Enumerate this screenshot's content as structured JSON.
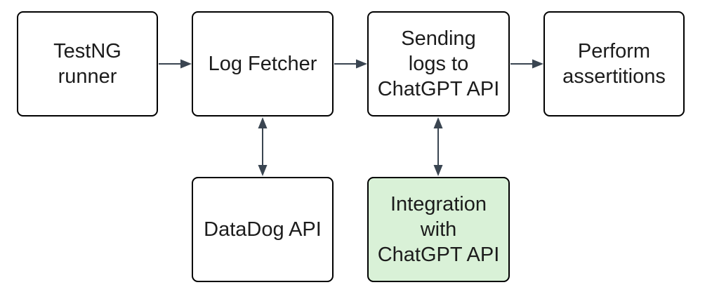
{
  "diagram": {
    "type": "flowchart",
    "colors": {
      "background": "#ffffff",
      "node_fill": "#ffffff",
      "node_border": "#000000",
      "highlight_fill": "#d9f1d7",
      "arrow": "#3a4551",
      "text": "#1c1c1c"
    },
    "nodes": [
      {
        "id": "testng-runner",
        "label": "TestNG\nrunner",
        "highlighted": false
      },
      {
        "id": "log-fetcher",
        "label": "Log Fetcher",
        "highlighted": false
      },
      {
        "id": "sending-logs-to-chatgpt-api",
        "label": "Sending\nlogs to\nChatGPT API",
        "highlighted": false
      },
      {
        "id": "perform-assertitions",
        "label": "Perform\nassertitions",
        "highlighted": false
      },
      {
        "id": "datadog-api",
        "label": "DataDog API",
        "highlighted": false
      },
      {
        "id": "integration-with-chatgpt-api",
        "label": "Integration\nwith\nChatGPT API",
        "highlighted": true
      }
    ],
    "edges": [
      {
        "from": "testng-runner",
        "to": "log-fetcher",
        "style": "single-arrow",
        "direction": "right"
      },
      {
        "from": "log-fetcher",
        "to": "sending-logs-to-chatgpt-api",
        "style": "single-arrow",
        "direction": "right"
      },
      {
        "from": "sending-logs-to-chatgpt-api",
        "to": "perform-assertitions",
        "style": "single-arrow",
        "direction": "right"
      },
      {
        "from": "log-fetcher",
        "to": "datadog-api",
        "style": "double-arrow",
        "direction": "vertical"
      },
      {
        "from": "sending-logs-to-chatgpt-api",
        "to": "integration-with-chatgpt-api",
        "style": "double-arrow",
        "direction": "vertical"
      }
    ]
  }
}
